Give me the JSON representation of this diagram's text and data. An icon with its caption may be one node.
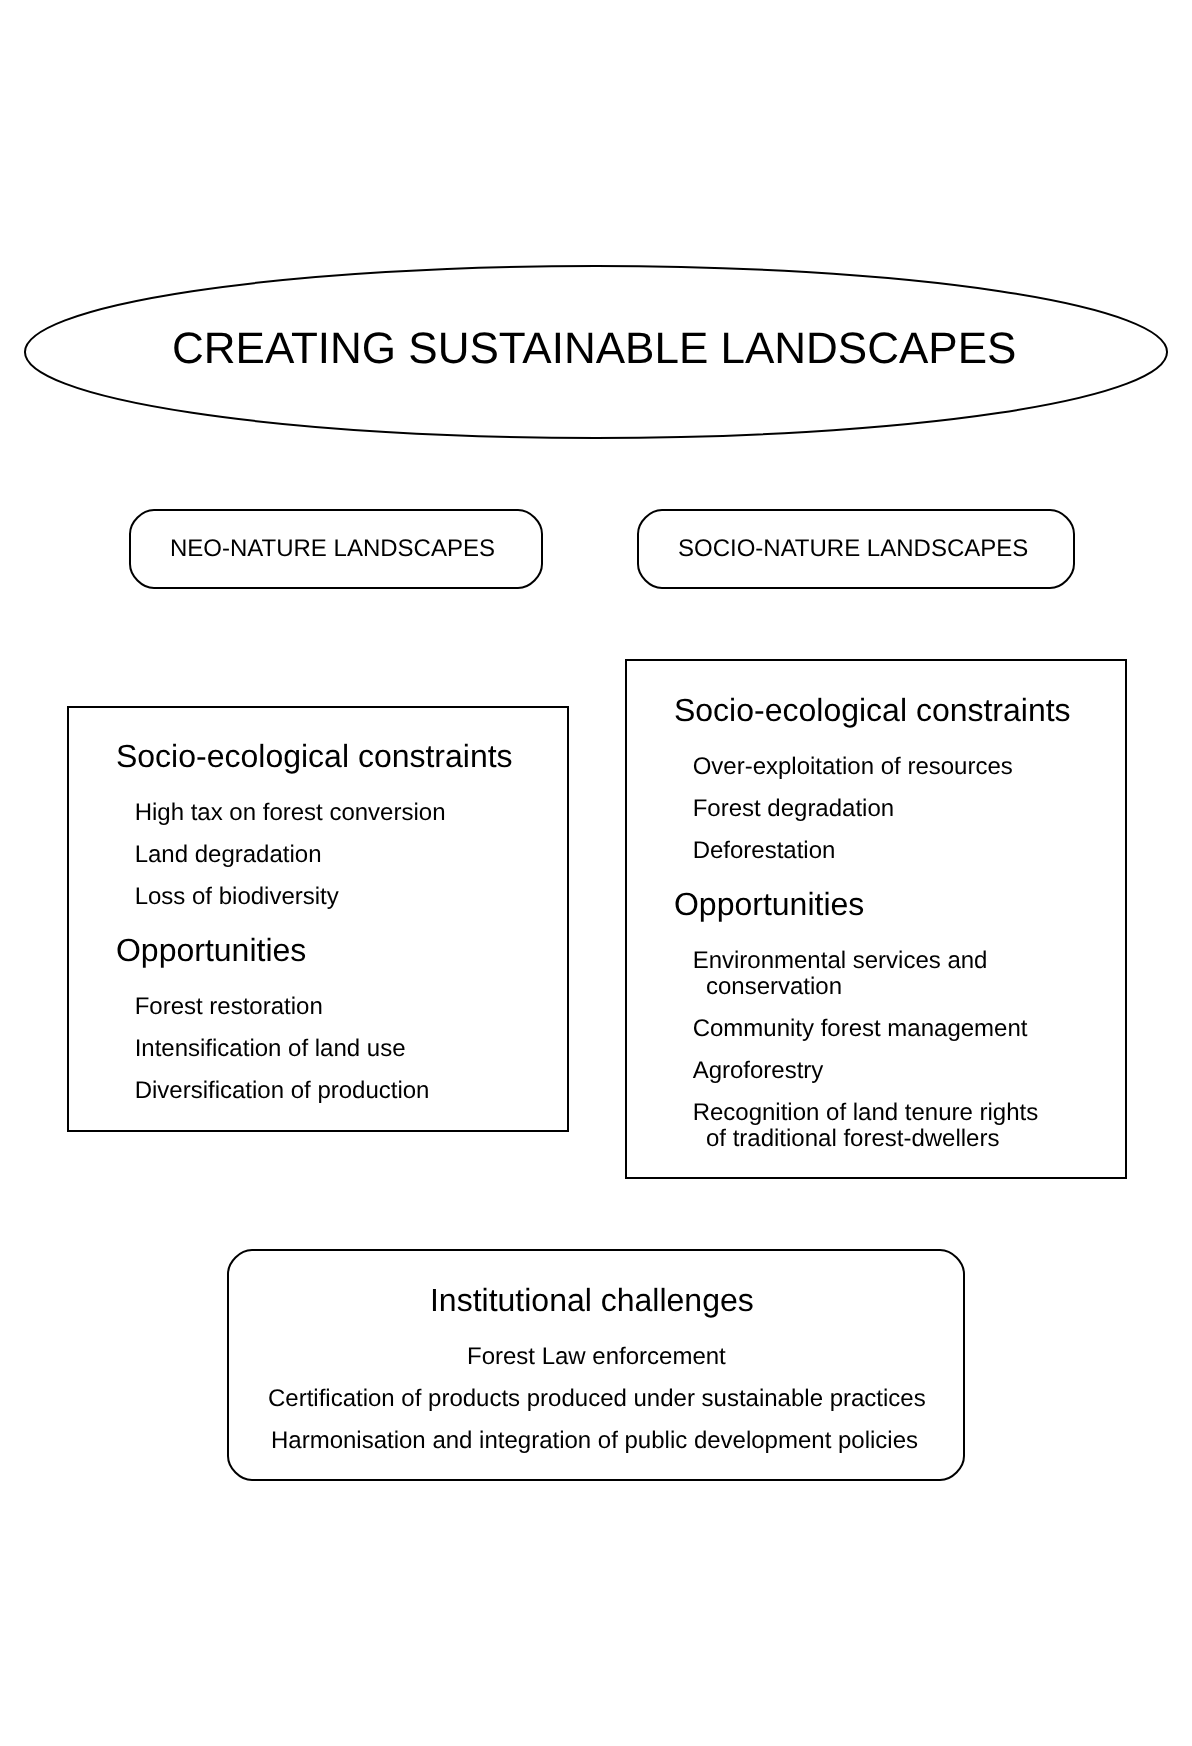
{
  "diagram": {
    "nodes": [
      {
        "text": [
          "CREATING SUSTAINABLE LANDSCAPES"
        ]
      },
      {
        "text": [
          "NEO-NATURE LANDSCAPES"
        ]
      },
      {
        "text": [
          "SOCIO-NATURE LANDSCAPES"
        ]
      },
      {
        "text": [
          "Socio-ecological constraints",
          "High tax on forest conversion",
          "Land degradation",
          "Loss of biodiversity",
          "Opportunities",
          "Forest restoration",
          "Intensification of land use",
          "Diversification of production"
        ]
      },
      {
        "text": [
          "Socio-ecological constraints",
          "Over-exploitation of resources",
          "Forest degradation",
          "Deforestation",
          "Opportunities",
          "Environmental services and conservation",
          "Community forest management",
          "Agroforestry",
          "Recognition of land tenure rights of traditional forest-dwellers"
        ]
      },
      {
        "text": [
          "Institutional challenges",
          "Forest Law enforcement",
          "Certification of products produced under sustainable practices",
          "Harmonisation and integration of public development policies"
        ]
      }
    ],
    "edges": []
  }
}
